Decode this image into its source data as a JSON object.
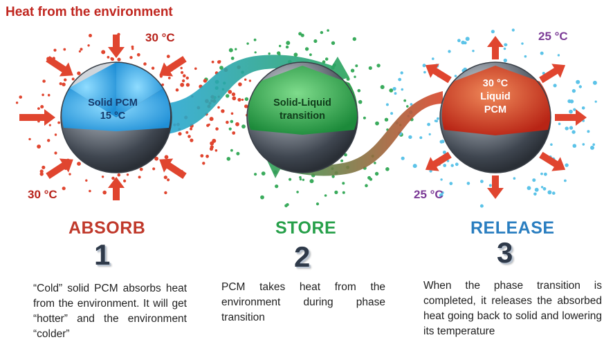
{
  "title": "Heat from the environment",
  "temps": {
    "absorb_top": "30 °C",
    "absorb_bottom": "30 °C",
    "release_top": "25 °C",
    "release_bottom": "25 °C"
  },
  "spheres": [
    {
      "line1": "Solid PCM",
      "line2": "15 °C",
      "core_color": "#35a8e6"
    },
    {
      "line1": "Solid-Liquid",
      "line2": "transition",
      "core_color": "#2fa24a"
    },
    {
      "line1": "30 °C",
      "line2": "Liquid",
      "line3": "PCM",
      "core_color": "#d13a22"
    }
  ],
  "stages": [
    {
      "name": "ABSORB",
      "number": "1",
      "color": "#c0392b",
      "description": "“Cold” solid PCM absorbs heat from the environment. It will get “hotter” and the environment “colder”"
    },
    {
      "name": "STORE",
      "number": "2",
      "color": "#27a04a",
      "description": "PCM takes heat from the environment during phase transition"
    },
    {
      "name": "RELEASE",
      "number": "3",
      "color": "#2a7ec0",
      "description": "When the phase transition is completed, it releases the absorbed heat going back to solid and lowering its temperature"
    }
  ],
  "colors": {
    "heat_red": "#e0452f",
    "cool_dots": "#5cc3e8",
    "store_dots": "#3aab5c",
    "sphere_shell": "#5d6570"
  },
  "icons": [
    "heat-in-arrow",
    "heat-out-arrow",
    "flow-arrow"
  ]
}
